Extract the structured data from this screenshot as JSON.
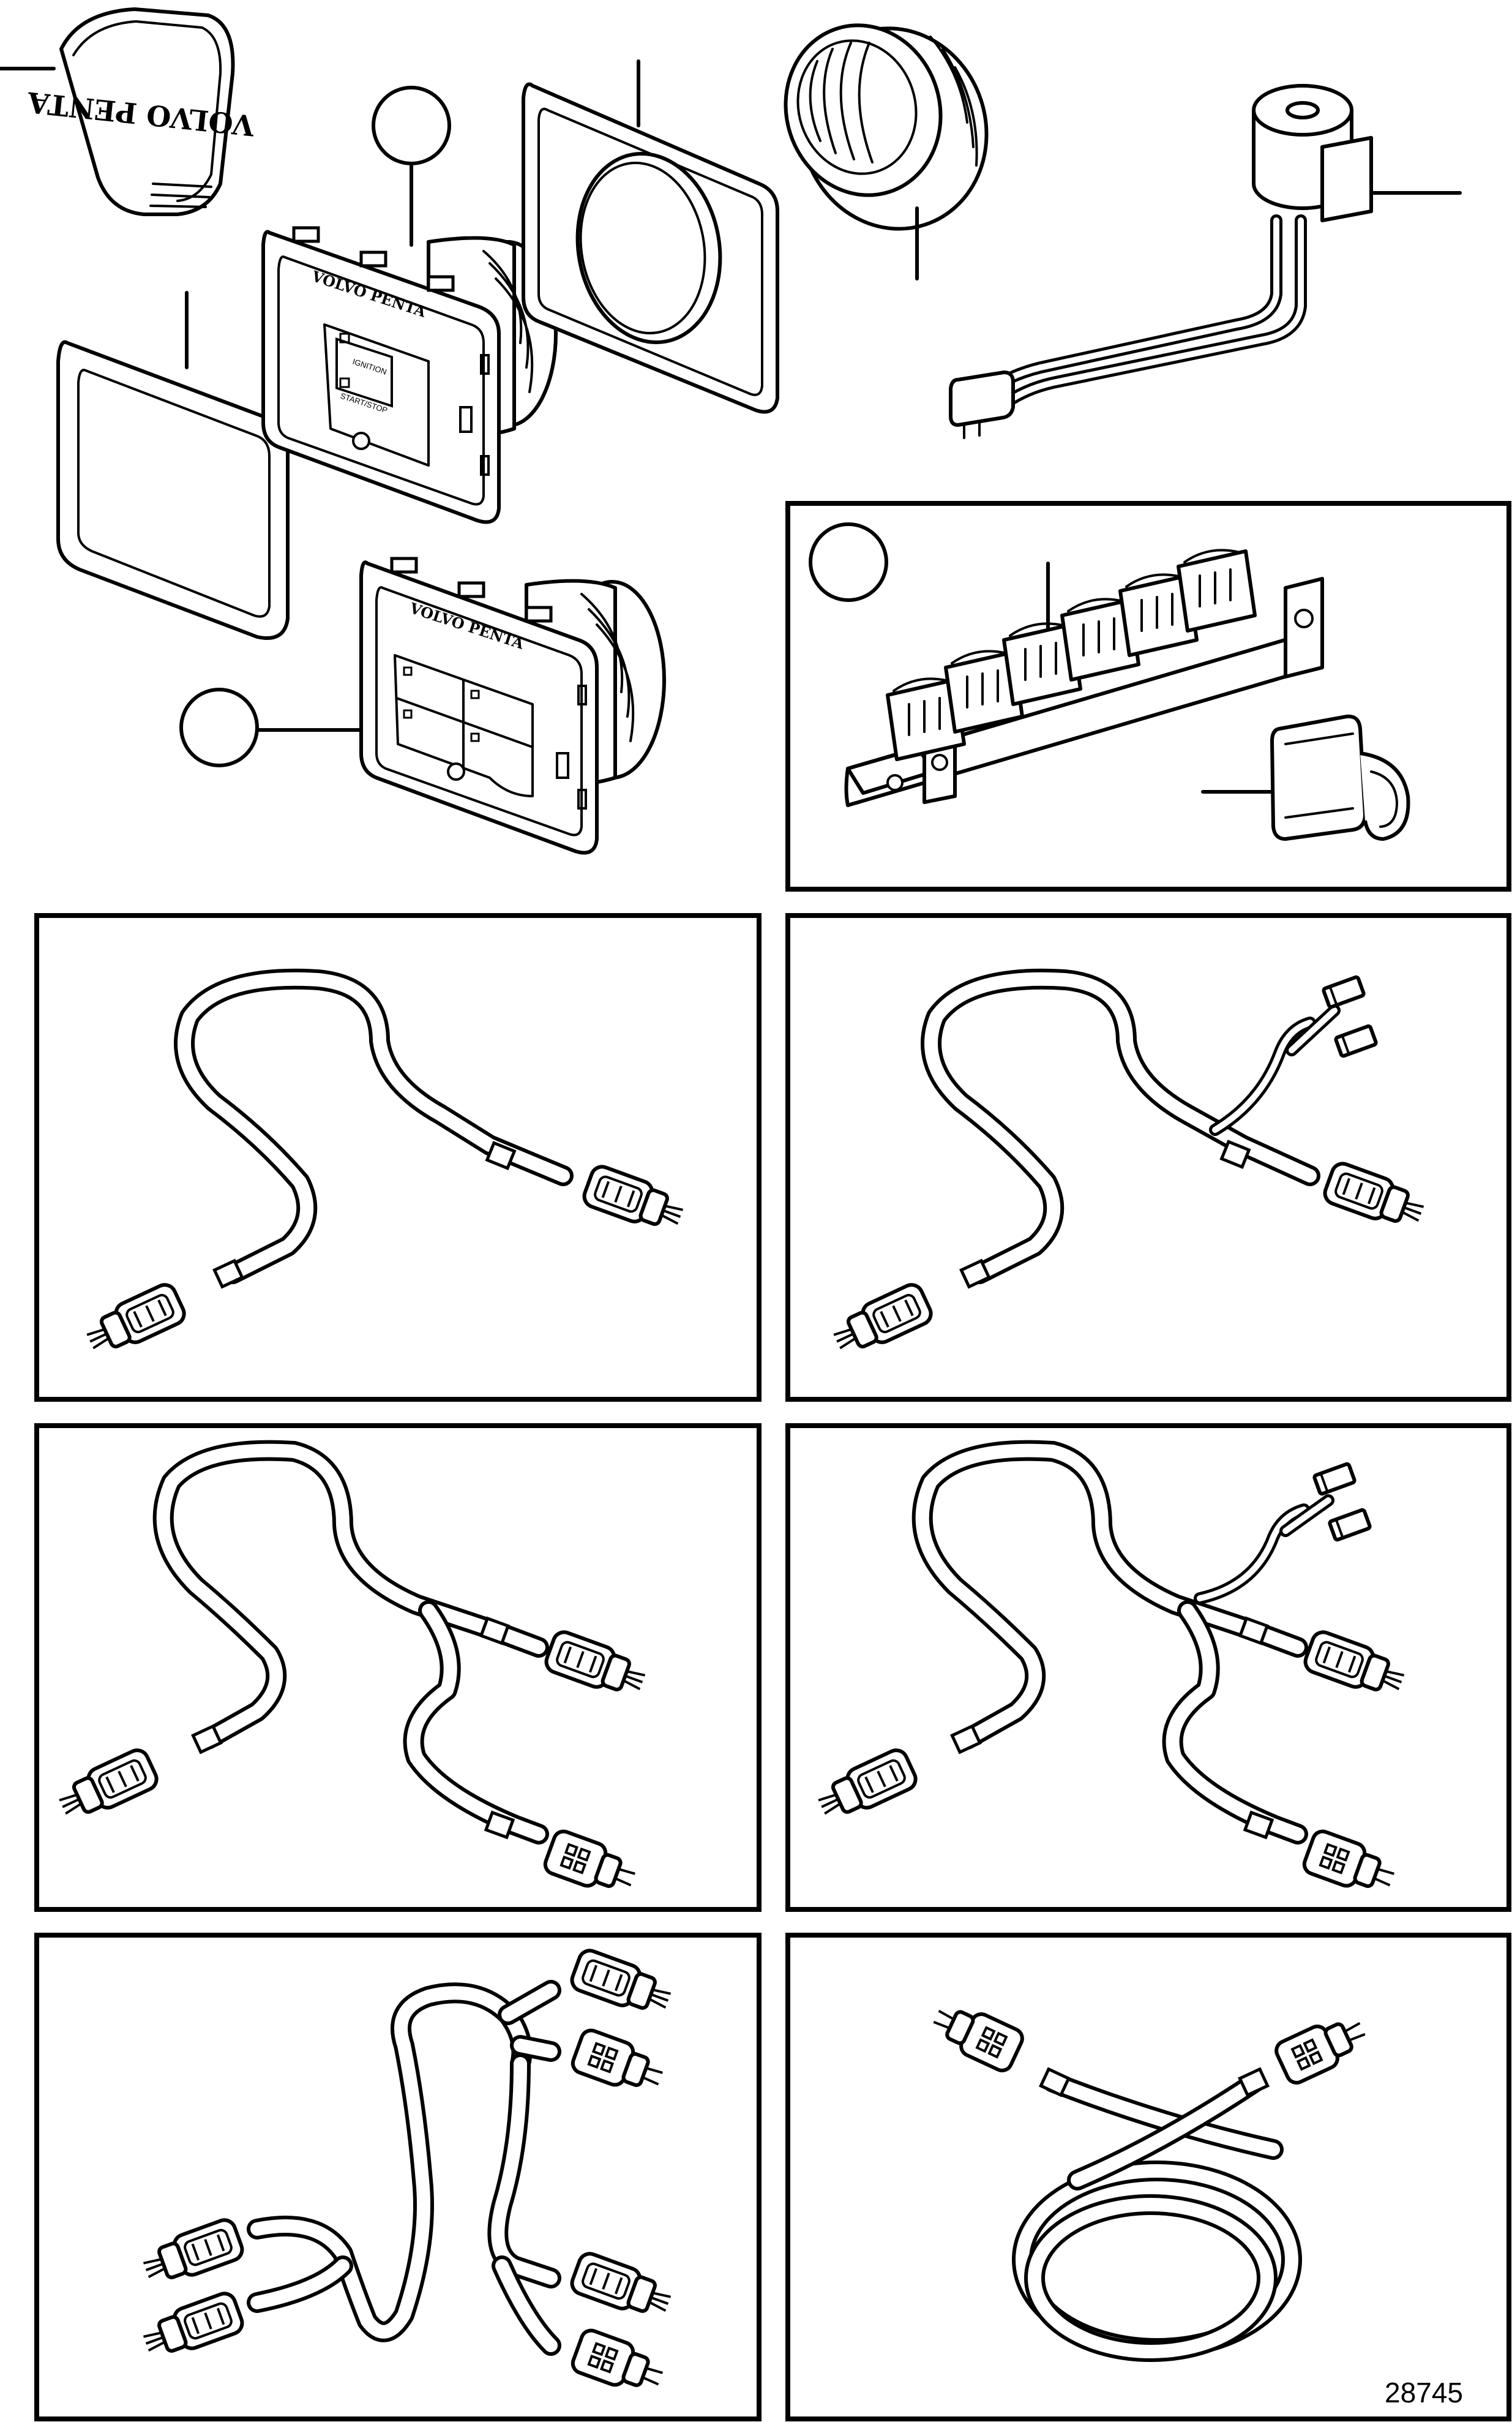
{
  "figure_number": "28745",
  "brand_text": {
    "cover": "VOLVO PENTA",
    "panel": "VOLVO PENTA"
  },
  "panel_labels": {
    "ignition": "IGNITION",
    "start_stop": "START/STOP"
  }
}
